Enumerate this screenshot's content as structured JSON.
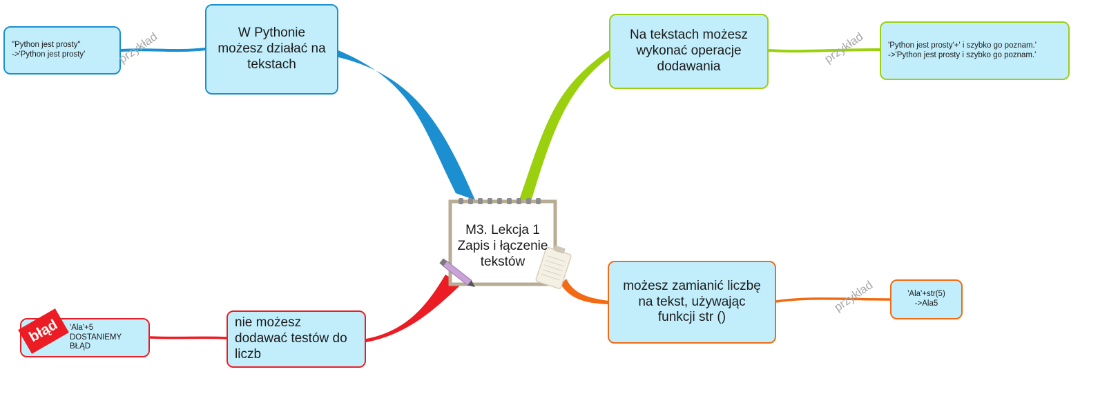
{
  "center": {
    "line1": "M3. Lekcja 1",
    "line2": "Zapis i łączenie",
    "line3": "tekstów"
  },
  "branches": {
    "top_left": {
      "text": "W Pythonie\nmożesz działać na\ntekstach",
      "color": "#1b8fd0"
    },
    "top_right": {
      "text": "Na tekstach możesz\nwykonać operacje\ndodawania",
      "color": "#9bd00f"
    },
    "bottom_right": {
      "text": "możesz zamianić liczbę\nna tekst, używając\nfunkcji str ()",
      "color": "#f26a12"
    },
    "bottom_left": {
      "text": "nie możesz\ndodawać testów do\nliczb",
      "color": "#ec1c24"
    }
  },
  "examples": {
    "top_left": {
      "label": "przykład",
      "text": "\"Python jest prosty\"\n->'Python jest prosty'"
    },
    "top_right": {
      "label": "przykład",
      "text": "'Python jest prosty'+' i szybko go poznam.'\n->'Python jest prosty i szybko go poznam.'"
    },
    "bottom_right": {
      "label": "przykład",
      "text": "'Ala'+str(5)\n->Ala5"
    },
    "bottom_left": {
      "tag": "błąd",
      "text": "'Ala'+5\nDOSTANIEMY\nBŁĄD"
    }
  },
  "colors": {
    "node_fill": "#c2eefc",
    "blue": "#1b8fd0",
    "green": "#9bd00f",
    "orange": "#f26a12",
    "red": "#ec1c24"
  }
}
